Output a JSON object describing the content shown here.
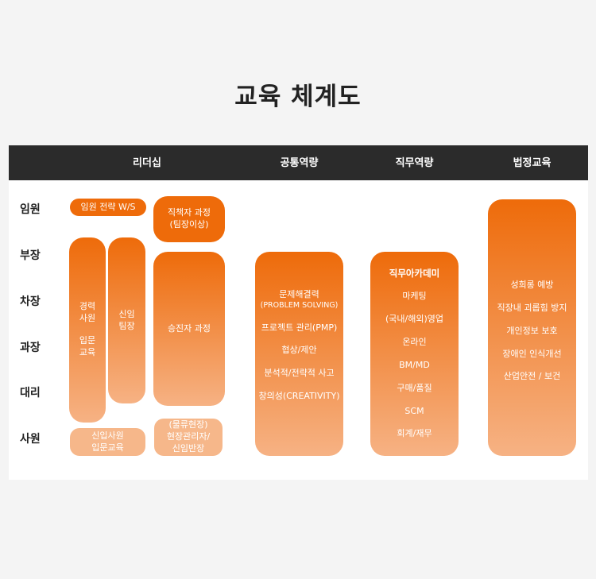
{
  "title": "교육 체계도",
  "headers": [
    "리더십",
    "공통역량",
    "직무역량",
    "법정교육"
  ],
  "ranks": [
    "임원",
    "부장",
    "차장",
    "과장",
    "대리",
    "사원"
  ],
  "leadership": {
    "exec_strategy": "임원 전략 W/S",
    "team_leader": [
      "직책자 과정",
      "(팀장이상)"
    ],
    "career_staff": [
      "경력",
      "사원"
    ],
    "career_intro": [
      "입문",
      "교육"
    ],
    "new_leader": [
      "신임",
      "팀장"
    ],
    "promotion": "승진자 과정",
    "new_staff": [
      "신입사원",
      "입문교육"
    ],
    "logistics": [
      "(물류현장)",
      "현장관리자/",
      "신임반장"
    ]
  },
  "common": {
    "items": [
      "문제해결력",
      "(PROBLEM SOLVING)",
      "프로젝트 관리(PMP)",
      "협상/제안",
      "분석적/전략적 사고",
      "창의성(CREATIVITY)"
    ]
  },
  "job": {
    "heading": "직무아카데미",
    "items": [
      "마케팅",
      "(국내/해외)영업",
      "온라인",
      "BM/MD",
      "구매/품질",
      "SCM",
      "회계/재무"
    ]
  },
  "legal": {
    "items": [
      "성희롱 예방",
      "직장내 괴롭힘 방지",
      "개인정보 보호",
      "장애인 인식개선",
      "산업안전 / 보건"
    ]
  }
}
